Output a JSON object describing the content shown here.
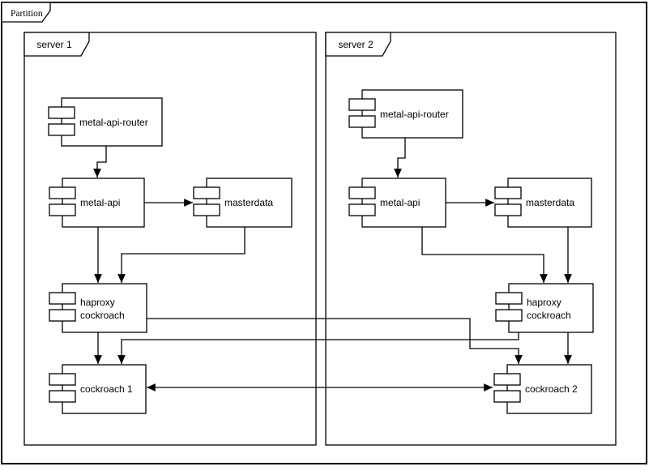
{
  "partition": {
    "label": "Partition"
  },
  "servers": [
    {
      "label": "server 1",
      "components": [
        {
          "label": "metal-api-router"
        },
        {
          "label": "metal-api"
        },
        {
          "label": "masterdata"
        },
        {
          "label_lines": [
            "haproxy",
            "cockroach"
          ]
        },
        {
          "label": "cockroach 1"
        }
      ]
    },
    {
      "label": "server 2",
      "components": [
        {
          "label": "metal-api-router"
        },
        {
          "label": "metal-api"
        },
        {
          "label": "masterdata"
        },
        {
          "label_lines": [
            "haproxy",
            "cockroach"
          ]
        },
        {
          "label": "cockroach 2"
        }
      ]
    }
  ],
  "connections": [
    {
      "from": "server 1 / metal-api-router",
      "to": "server 1 / metal-api",
      "type": "arrow"
    },
    {
      "from": "server 1 / metal-api",
      "to": "server 1 / masterdata",
      "type": "arrow"
    },
    {
      "from": "server 1 / metal-api",
      "to": "server 1 / haproxy cockroach",
      "type": "arrow"
    },
    {
      "from": "server 1 / masterdata",
      "to": "server 1 / haproxy cockroach",
      "type": "arrow"
    },
    {
      "from": "server 1 / haproxy cockroach",
      "to": "server 1 / cockroach 1",
      "type": "arrow"
    },
    {
      "from": "server 1 / haproxy cockroach",
      "to": "server 2 / cockroach 2",
      "type": "arrow"
    },
    {
      "from": "server 2 / metal-api-router",
      "to": "server 2 / metal-api",
      "type": "arrow"
    },
    {
      "from": "server 2 / metal-api",
      "to": "server 2 / masterdata",
      "type": "arrow"
    },
    {
      "from": "server 2 / metal-api",
      "to": "server 2 / haproxy cockroach",
      "type": "arrow"
    },
    {
      "from": "server 2 / masterdata",
      "to": "server 2 / haproxy cockroach",
      "type": "arrow"
    },
    {
      "from": "server 2 / haproxy cockroach",
      "to": "server 2 / cockroach 2",
      "type": "arrow"
    },
    {
      "from": "server 2 / haproxy cockroach",
      "to": "server 1 / cockroach 1",
      "type": "arrow"
    },
    {
      "from": "server 1 / cockroach 1",
      "to": "server 2 / cockroach 2",
      "type": "double-arrow"
    }
  ],
  "colors": {
    "stroke": "#000000",
    "background": "#ffffff"
  }
}
